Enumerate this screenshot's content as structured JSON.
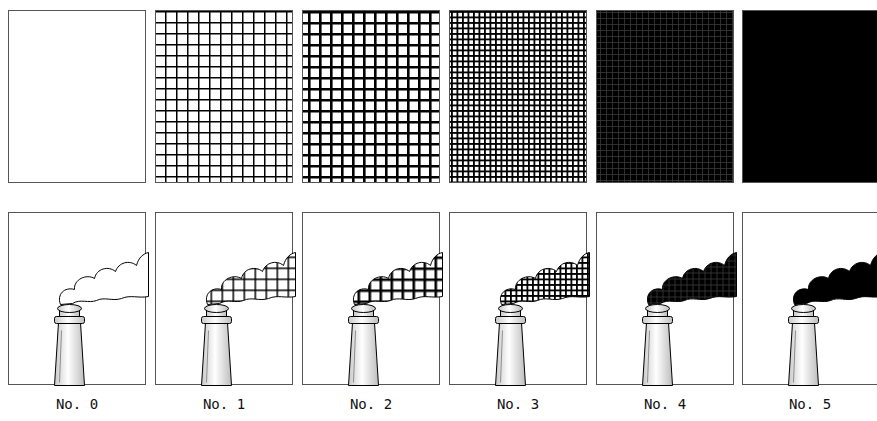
{
  "diagram": {
    "labels": [
      "No. 0",
      "No. 1",
      "No. 2",
      "No. 3",
      "No. 4",
      "No. 5"
    ]
  }
}
